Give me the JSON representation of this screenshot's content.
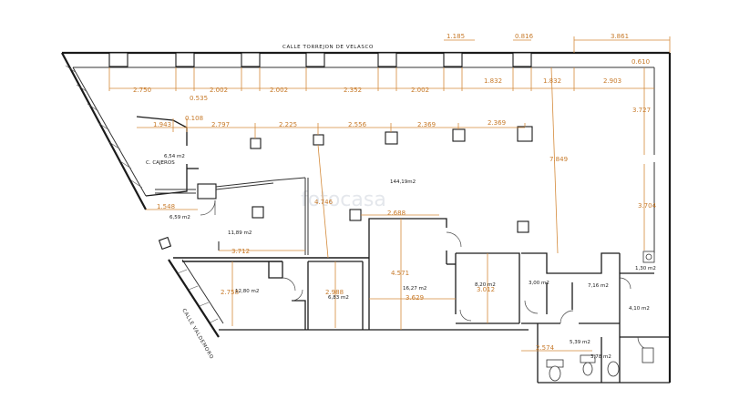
{
  "streets": {
    "top": "CALLE TORREJON DE VELASCO",
    "left": "CALLE VALDEMORO"
  },
  "watermark": "fotocasa",
  "areas": {
    "main": "144,19m2",
    "cajeros_area": "6,54 m2",
    "cajeros_name": "C. CAJEROS",
    "entry": "6,59 m2",
    "office_a": "11,89 m2",
    "office_b": "12,80 m2",
    "office_c": "6,83 m2",
    "office_d": "16,27 m2",
    "office_e": "8,20 m2",
    "room_f": "3,00 m2",
    "room_g": "7,16 m2",
    "room_h": "1,30 m2",
    "room_i": "4,10 m2",
    "room_j": "5,39 m2",
    "room_k": "3,78 m2"
  },
  "dims": {
    "top_1185": "1.185",
    "top_0816": "0.816",
    "top_3861": "3.861",
    "r1_2750": "2.750",
    "r1_2002a": "2.002",
    "r1_2002b": "2.002",
    "r1_2352": "2.352",
    "r1_2002c": "2.002",
    "r1_1832a": "1.832",
    "r1_1832b": "1.832",
    "r1_2903": "2.903",
    "r1_0610": "0.610",
    "r1_0535": "0.535",
    "r2_0108": "0.108",
    "r2_1943": "1.943",
    "r2_2797": "2.797",
    "r2_2225": "2.225",
    "r2_2556": "2.556",
    "r2_2369a": "2.369",
    "r2_2369b": "2.369",
    "v_3727": "3.727",
    "v_7849": "7.849",
    "v_3704": "3.704",
    "v_4746": "4.746",
    "h_2688": "2.688",
    "h_1548": "1.548",
    "h_3712": "3.712",
    "v_4571": "4.571",
    "v_2758": "2.758",
    "v_2988": "2.988",
    "h_3629": "3.629",
    "v_3012": "3.012",
    "h_2574": "2.574"
  }
}
